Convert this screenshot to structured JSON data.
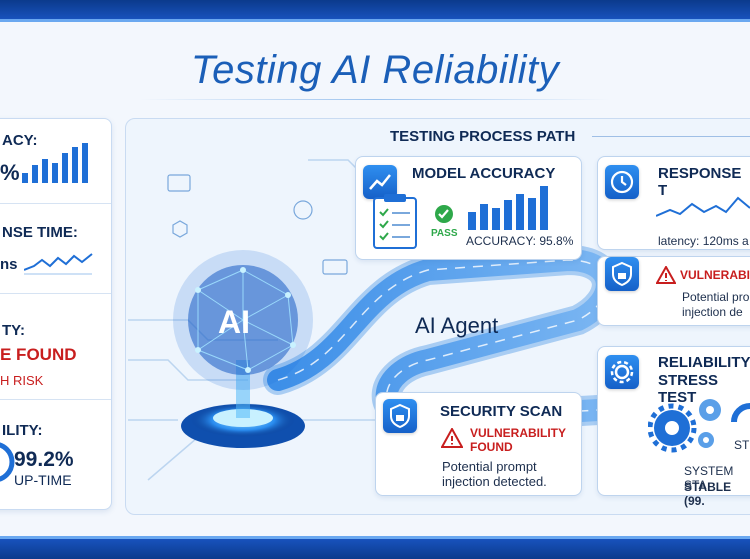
{
  "title": "Testing AI Reliability",
  "left_panel": {
    "accuracy_label": "ACY:",
    "accuracy_value": "%",
    "response_label": "NSE TIME:",
    "response_value": "ns",
    "security_label": "TY:",
    "security_status": "E FOUND",
    "security_risk": "H RISK",
    "reliability_label": "ILITY:",
    "reliability_value": "99.2%",
    "reliability_sub": "UP-TIME"
  },
  "process": {
    "title": "TESTING PROCESS PATH",
    "ai_label": "AI",
    "agent_label": "AI Agent",
    "model_accuracy": {
      "title": "MODEL ACCURACY",
      "pass_label": "PASS",
      "accuracy_text": "ACCURACY: 95.8%"
    },
    "response_time": {
      "title": "RESPONSE T",
      "latency_text": "latency: 120ms a"
    },
    "vulnerability_right": {
      "title": "VULNERABILI",
      "line1": "Potential pro",
      "line2": "injection de"
    },
    "security_scan": {
      "title": "SECURITY SCAN",
      "status_line1": "VULNERABILITY",
      "status_line2": "FOUND",
      "desc_line1": "Potential prompt",
      "desc_line2": "injection detected."
    },
    "reliability": {
      "title_line1": "RELIABILITY",
      "title_line2": "STRESS TEST",
      "str_label": "STF",
      "system_label": "SYSTEM STA",
      "stable_label": "STABLE (99."
    }
  },
  "icons": [
    "chart-line-icon",
    "clock-icon",
    "shield-lock-icon",
    "gear-icon",
    "checklist-icon",
    "check-circle-icon",
    "warning-icon",
    "neural-brain-icon"
  ],
  "colors": {
    "brand": "#1b5fb8",
    "alert": "#c81e1e",
    "pass": "#2ea84a",
    "bars": "#1f6fd6"
  }
}
